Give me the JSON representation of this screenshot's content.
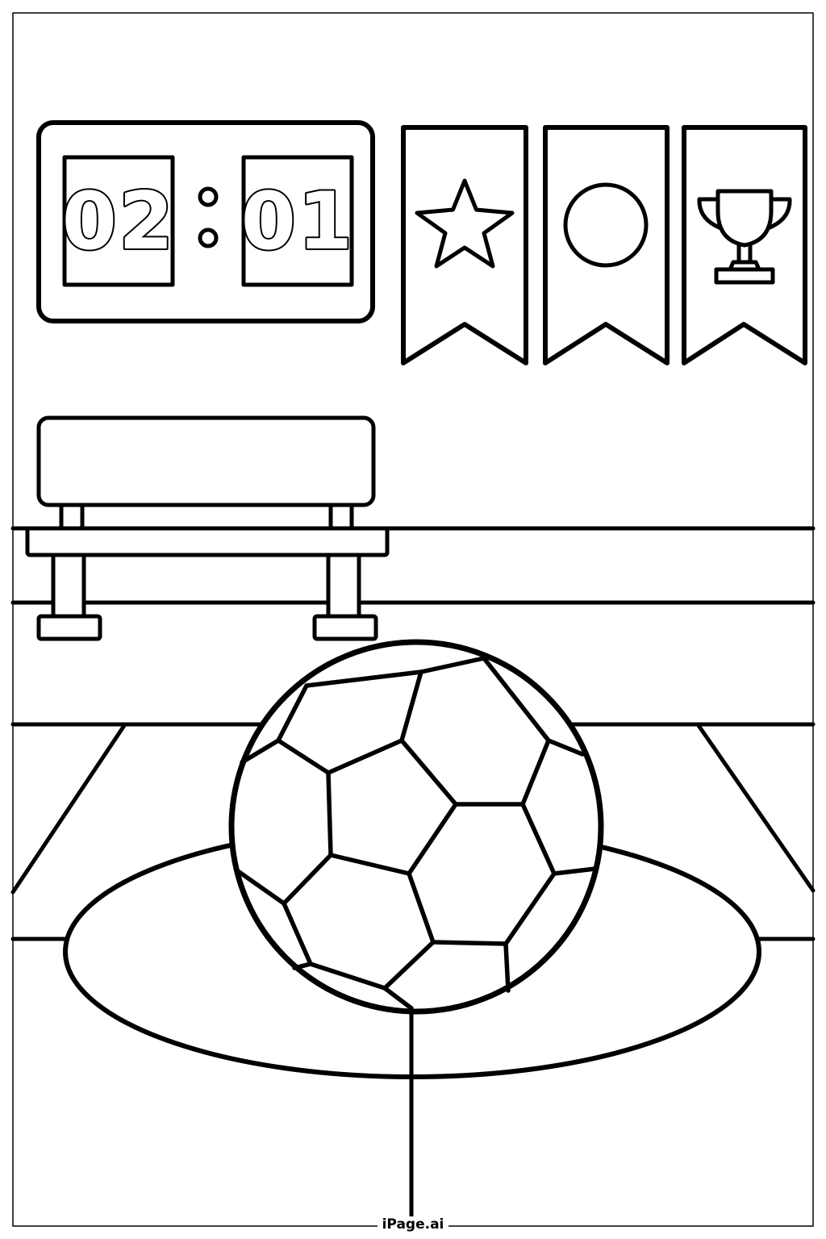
{
  "scoreboard": {
    "home_score": "02",
    "separator": ":",
    "away_score": "01"
  },
  "banners": [
    {
      "icon": "star-icon"
    },
    {
      "icon": "circle-icon"
    },
    {
      "icon": "trophy-icon"
    }
  ],
  "watermark": "iPage.ai",
  "colors": {
    "line": "#000000",
    "fill": "#ffffff"
  }
}
